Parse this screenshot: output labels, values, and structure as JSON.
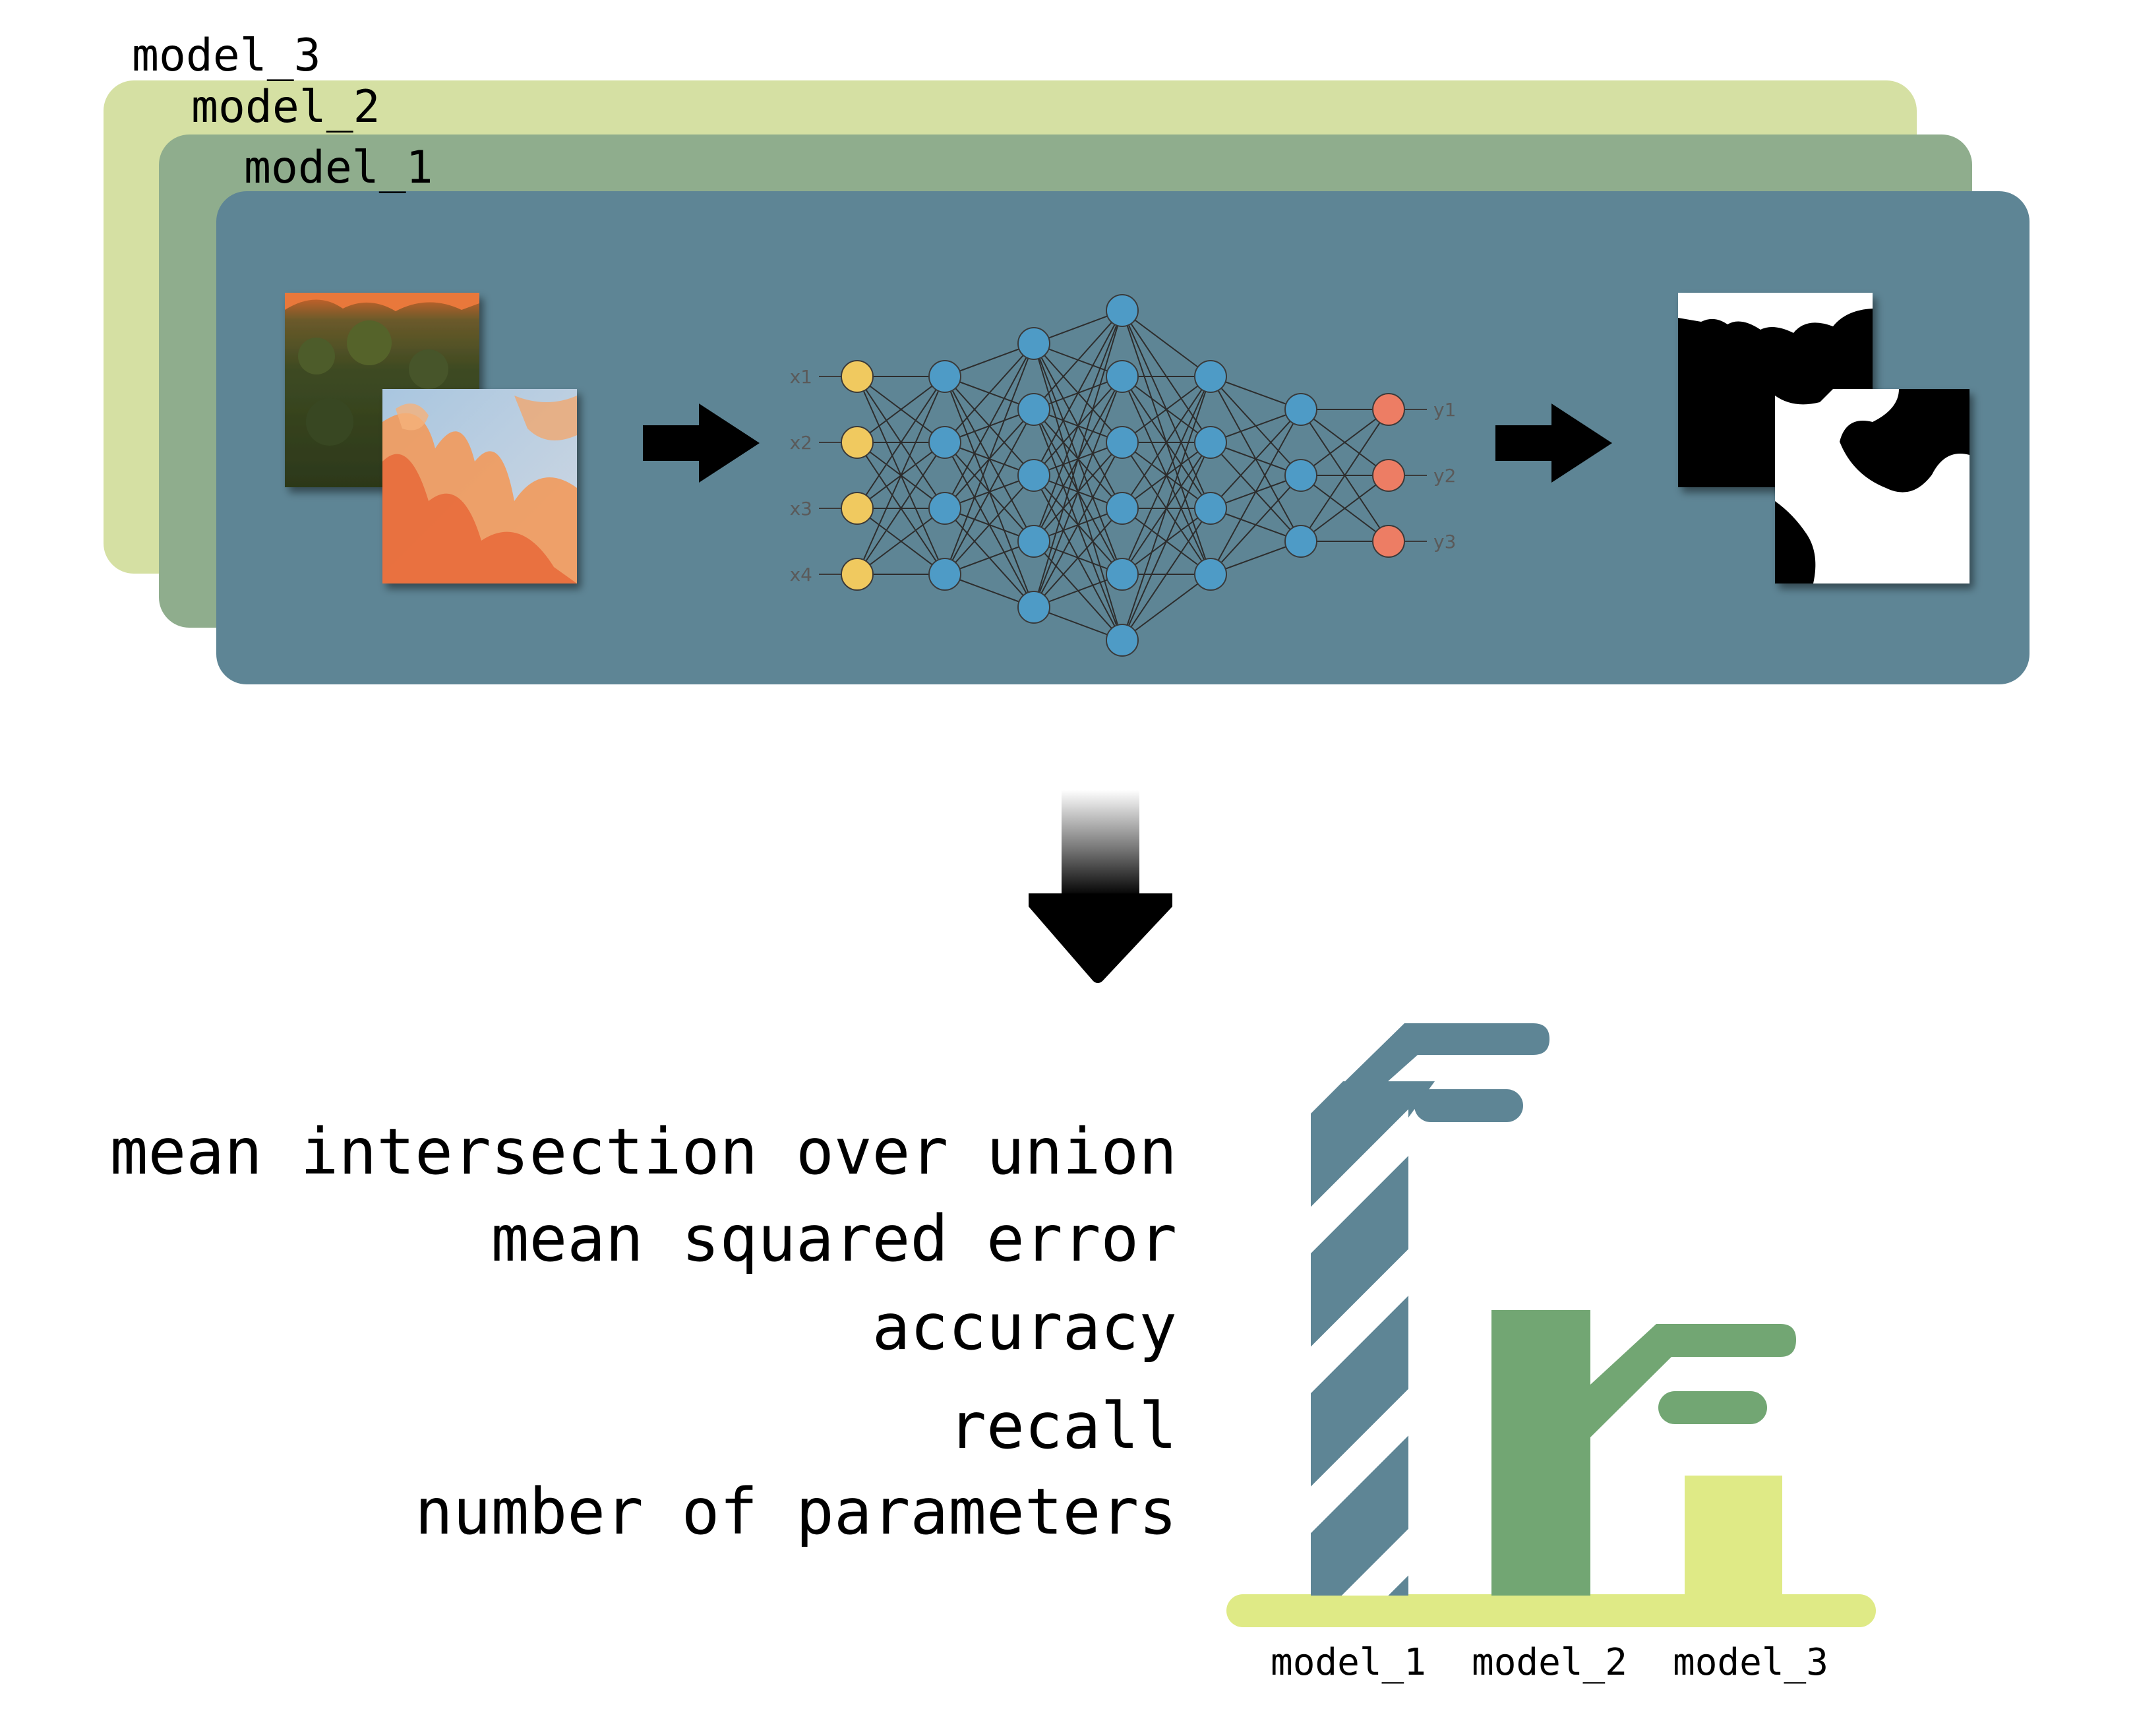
{
  "models": [
    {
      "label": "model_3",
      "color": "#d5e0a3"
    },
    {
      "label": "model_2",
      "color": "#8fad8d"
    },
    {
      "label": "model_1",
      "color": "#5e8595"
    }
  ],
  "network": {
    "inputs": [
      "x1",
      "x2",
      "x3",
      "x4"
    ],
    "outputs": [
      "y1",
      "y2",
      "y3"
    ],
    "layer_sizes": [
      4,
      4,
      5,
      6,
      4,
      3,
      3
    ],
    "colors": {
      "input": "#f0c95f",
      "hidden": "#4e9bc6",
      "output": "#ed7d64",
      "edge": "#2d2d2d"
    }
  },
  "metrics": [
    "mean intersection over union",
    "mean squared error",
    "accuracy",
    "recall",
    "number of parameters"
  ],
  "comparison": {
    "bars": [
      {
        "label": "model_1",
        "color": "#5e8595",
        "pattern": "hatched"
      },
      {
        "label": "model_2",
        "color": "#72a673",
        "pattern": "solid"
      },
      {
        "label": "model_3",
        "color": "#dfea86",
        "pattern": "solid"
      }
    ],
    "baseline_color": "#dfea86"
  },
  "icons": {
    "flow_arrow": "right-arrow-icon",
    "summary_arrow": "down-arrow-icon",
    "podium": "bar-chart-icon"
  }
}
